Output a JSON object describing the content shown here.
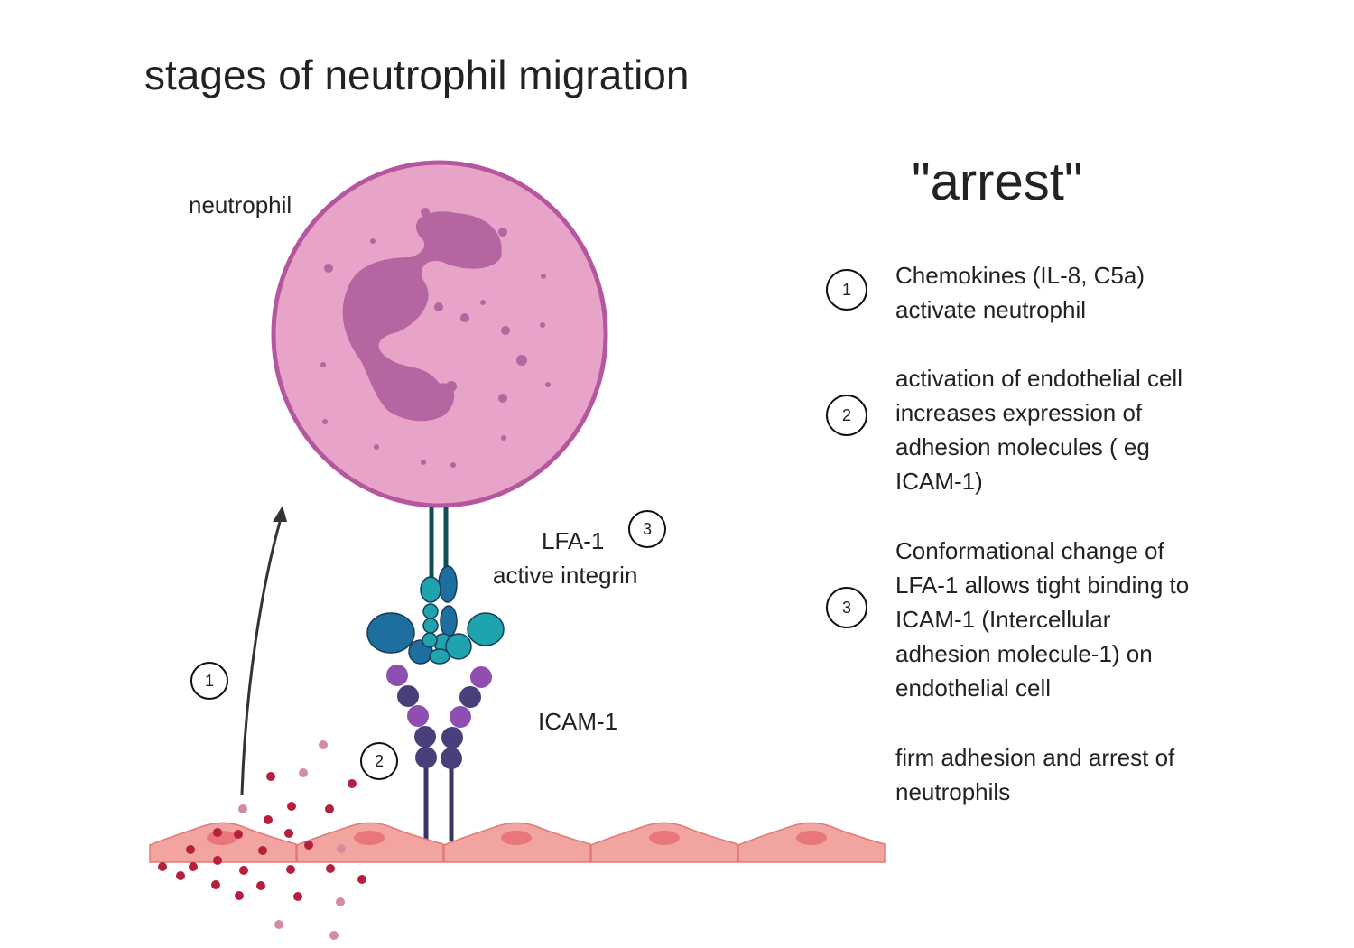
{
  "title": "stages of neutrophil migration",
  "stage_title": "\"arrest\"",
  "labels": {
    "neutrophil": "neutrophil",
    "lfa1": "LFA-1",
    "active_integrin": "active integrin",
    "icam1": "ICAM-1"
  },
  "markers": {
    "one": "1",
    "two": "2",
    "three": "3"
  },
  "legend": [
    {
      "num": "1",
      "lines": [
        "Chemokines (IL-8, C5a)",
        "activate neutrophil"
      ]
    },
    {
      "num": "2",
      "lines": [
        "activation of endothelial cell",
        "increases expression of",
        "adhesion molecules ( eg",
        "ICAM-1)"
      ]
    },
    {
      "num": "3",
      "lines": [
        "Conformational change  of",
        "LFA-1 allows tight binding to",
        "ICAM-1 (Intercellular",
        "adhesion molecule-1)  on",
        "endothelial cell"
      ]
    },
    {
      "num": "",
      "lines": [
        "firm adhesion and arrest  of",
        "neutrophils"
      ]
    }
  ],
  "colors": {
    "neutrophil_fill": "#e8a4c8",
    "neutrophil_outline": "#b5579e",
    "nucleus": "#b5659f",
    "endothelium_fill": "#f2a5a0",
    "endothelium_outline": "#e07b78",
    "endothelium_nucleus": "#e8767a",
    "chemokine_dark": "#b5203f",
    "chemokine_light": "#d68ba0",
    "integrin_dark": "#1e6fa0",
    "integrin_teal": "#1fa3ad",
    "icam_purple": "#8e4fb0",
    "icam_dark": "#4a3f7a",
    "stalk": "#0f4f55"
  }
}
